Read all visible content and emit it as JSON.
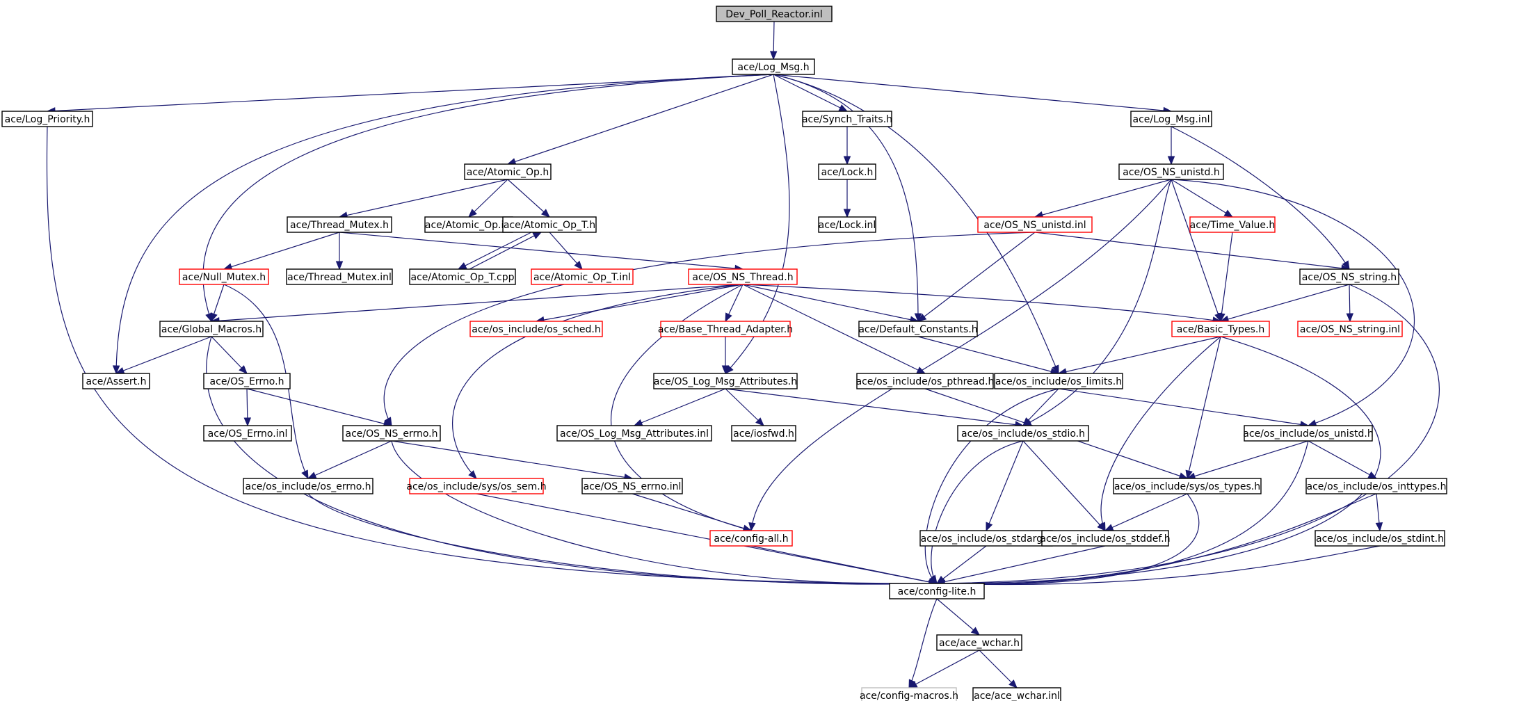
{
  "diagram": {
    "type": "include-dependency-graph",
    "colors": {
      "edge": "#191970",
      "root_fill": "#bfbfbf",
      "node_border": "#000000",
      "truncated_border": "#ff0000",
      "external_border": "#bfbfbf"
    },
    "legend_meaning": {
      "red_border": "truncated node (has more includes not shown)",
      "grey_border": "not documented / external file"
    },
    "nodes": [
      {
        "id": "dpr",
        "label": "Dev_Poll_Reactor.inl",
        "kind": "root"
      },
      {
        "id": "logmsg_h",
        "label": "ace/Log_Msg.h",
        "kind": "normal"
      },
      {
        "id": "logprio",
        "label": "ace/Log_Priority.h",
        "kind": "normal"
      },
      {
        "id": "synchtraits",
        "label": "ace/Synch_Traits.h",
        "kind": "normal"
      },
      {
        "id": "logmsg_inl",
        "label": "ace/Log_Msg.inl",
        "kind": "normal"
      },
      {
        "id": "atomicop_h",
        "label": "ace/Atomic_Op.h",
        "kind": "normal"
      },
      {
        "id": "lock_h",
        "label": "ace/Lock.h",
        "kind": "normal"
      },
      {
        "id": "osunistd_h",
        "label": "ace/OS_NS_unistd.h",
        "kind": "normal"
      },
      {
        "id": "threadmutex_h",
        "label": "ace/Thread_Mutex.h",
        "kind": "normal"
      },
      {
        "id": "atomicop_inl",
        "label": "ace/Atomic_Op.inl",
        "kind": "normal"
      },
      {
        "id": "atomicopt_h",
        "label": "ace/Atomic_Op_T.h",
        "kind": "normal"
      },
      {
        "id": "lock_inl",
        "label": "ace/Lock.inl",
        "kind": "normal"
      },
      {
        "id": "osunistd_inl",
        "label": "ace/OS_NS_unistd.inl",
        "kind": "truncated"
      },
      {
        "id": "timevalue",
        "label": "ace/Time_Value.h",
        "kind": "truncated"
      },
      {
        "id": "nullmutex",
        "label": "ace/Null_Mutex.h",
        "kind": "truncated"
      },
      {
        "id": "threadmutex_inl",
        "label": "ace/Thread_Mutex.inl",
        "kind": "normal"
      },
      {
        "id": "atomicopt_cpp",
        "label": "ace/Atomic_Op_T.cpp",
        "kind": "normal"
      },
      {
        "id": "atomicopt_inl",
        "label": "ace/Atomic_Op_T.inl",
        "kind": "truncated"
      },
      {
        "id": "osthread",
        "label": "ace/OS_NS_Thread.h",
        "kind": "truncated"
      },
      {
        "id": "osstring_h",
        "label": "ace/OS_NS_string.h",
        "kind": "normal"
      },
      {
        "id": "globalmacros",
        "label": "ace/Global_Macros.h",
        "kind": "normal"
      },
      {
        "id": "ossched",
        "label": "ace/os_include/os_sched.h",
        "kind": "truncated"
      },
      {
        "id": "basethread",
        "label": "ace/Base_Thread_Adapter.h",
        "kind": "truncated"
      },
      {
        "id": "defconst",
        "label": "ace/Default_Constants.h",
        "kind": "normal"
      },
      {
        "id": "basictypes",
        "label": "ace/Basic_Types.h",
        "kind": "truncated"
      },
      {
        "id": "osstring_inl",
        "label": "ace/OS_NS_string.inl",
        "kind": "truncated"
      },
      {
        "id": "assert",
        "label": "ace/Assert.h",
        "kind": "normal"
      },
      {
        "id": "oserrno_h",
        "label": "ace/OS_Errno.h",
        "kind": "normal"
      },
      {
        "id": "oslogmsgattr_h",
        "label": "ace/OS_Log_Msg_Attributes.h",
        "kind": "normal"
      },
      {
        "id": "ospthread",
        "label": "ace/os_include/os_pthread.h",
        "kind": "normal"
      },
      {
        "id": "oslimits",
        "label": "ace/os_include/os_limits.h",
        "kind": "normal"
      },
      {
        "id": "oserrno_inl",
        "label": "ace/OS_Errno.inl",
        "kind": "normal"
      },
      {
        "id": "osnserrno_h",
        "label": "ace/OS_NS_errno.h",
        "kind": "normal"
      },
      {
        "id": "oslogmsgattr_inl",
        "label": "ace/OS_Log_Msg_Attributes.inl",
        "kind": "normal"
      },
      {
        "id": "iosfwd",
        "label": "ace/iosfwd.h",
        "kind": "normal"
      },
      {
        "id": "osstdio",
        "label": "ace/os_include/os_stdio.h",
        "kind": "normal"
      },
      {
        "id": "osunistd_os",
        "label": "ace/os_include/os_unistd.h",
        "kind": "normal"
      },
      {
        "id": "oserrno_os",
        "label": "ace/os_include/os_errno.h",
        "kind": "normal"
      },
      {
        "id": "ossem",
        "label": "ace/os_include/sys/os_sem.h",
        "kind": "truncated"
      },
      {
        "id": "osnserrno_inl",
        "label": "ace/OS_NS_errno.inl",
        "kind": "normal"
      },
      {
        "id": "ostypes",
        "label": "ace/os_include/sys/os_types.h",
        "kind": "normal"
      },
      {
        "id": "osinttypes",
        "label": "ace/os_include/os_inttypes.h",
        "kind": "normal"
      },
      {
        "id": "configall",
        "label": "ace/config-all.h",
        "kind": "truncated"
      },
      {
        "id": "osstdarg",
        "label": "ace/os_include/os_stdarg.h",
        "kind": "normal"
      },
      {
        "id": "osstddef",
        "label": "ace/os_include/os_stddef.h",
        "kind": "normal"
      },
      {
        "id": "osstdint",
        "label": "ace/os_include/os_stdint.h",
        "kind": "normal"
      },
      {
        "id": "configlite",
        "label": "ace/config-lite.h",
        "kind": "normal"
      },
      {
        "id": "acewchar_h",
        "label": "ace/ace_wchar.h",
        "kind": "normal"
      },
      {
        "id": "configmacros",
        "label": "ace/config-macros.h",
        "kind": "external"
      },
      {
        "id": "acewchar_inl",
        "label": "ace/ace_wchar.inl",
        "kind": "normal"
      }
    ],
    "edges": [
      [
        "dpr",
        "logmsg_h"
      ],
      [
        "logmsg_h",
        "logprio"
      ],
      [
        "logmsg_h",
        "synchtraits"
      ],
      [
        "logmsg_h",
        "logmsg_inl"
      ],
      [
        "logmsg_h",
        "atomicop_h"
      ],
      [
        "logmsg_h",
        "assert"
      ],
      [
        "logmsg_h",
        "globalmacros"
      ],
      [
        "logmsg_h",
        "oslogmsgattr_h"
      ],
      [
        "logmsg_h",
        "defconst"
      ],
      [
        "logmsg_h",
        "oslimits"
      ],
      [
        "logprio",
        "configlite"
      ],
      [
        "synchtraits",
        "lock_h"
      ],
      [
        "lock_h",
        "lock_inl"
      ],
      [
        "logmsg_inl",
        "osunistd_h"
      ],
      [
        "logmsg_inl",
        "osstring_h"
      ],
      [
        "atomicop_h",
        "threadmutex_h"
      ],
      [
        "atomicop_h",
        "atomicop_inl"
      ],
      [
        "atomicop_h",
        "atomicopt_h"
      ],
      [
        "threadmutex_h",
        "nullmutex"
      ],
      [
        "threadmutex_h",
        "threadmutex_inl"
      ],
      [
        "threadmutex_h",
        "osthread"
      ],
      [
        "atomicopt_h",
        "atomicopt_cpp"
      ],
      [
        "atomicopt_cpp",
        "atomicopt_h"
      ],
      [
        "atomicopt_h",
        "atomicopt_inl"
      ],
      [
        "nullmutex",
        "globalmacros"
      ],
      [
        "nullmutex",
        "oserrno_os"
      ],
      [
        "osunistd_h",
        "osunistd_inl"
      ],
      [
        "osunistd_h",
        "timevalue"
      ],
      [
        "osunistd_h",
        "basictypes"
      ],
      [
        "osunistd_h",
        "osunistd_os"
      ],
      [
        "osunistd_h",
        "osstdio"
      ],
      [
        "osunistd_h",
        "configall"
      ],
      [
        "osunistd_inl",
        "osstring_h"
      ],
      [
        "osunistd_inl",
        "defconst"
      ],
      [
        "osunistd_inl",
        "osnserrno_h"
      ],
      [
        "timevalue",
        "basictypes"
      ],
      [
        "osstring_h",
        "basictypes"
      ],
      [
        "osstring_h",
        "osstring_inl"
      ],
      [
        "osstring_h",
        "configlite"
      ],
      [
        "osthread",
        "globalmacros"
      ],
      [
        "osthread",
        "ossched"
      ],
      [
        "osthread",
        "basethread"
      ],
      [
        "osthread",
        "defconst"
      ],
      [
        "osthread",
        "basictypes"
      ],
      [
        "osthread",
        "ospthread"
      ],
      [
        "osthread",
        "ossem"
      ],
      [
        "osthread",
        "configall"
      ],
      [
        "basethread",
        "oslogmsgattr_h"
      ],
      [
        "globalmacros",
        "assert"
      ],
      [
        "globalmacros",
        "oserrno_h"
      ],
      [
        "globalmacros",
        "configlite"
      ],
      [
        "defconst",
        "oslimits"
      ],
      [
        "basictypes",
        "oslimits"
      ],
      [
        "basictypes",
        "ostypes"
      ],
      [
        "basictypes",
        "osstddef"
      ],
      [
        "basictypes",
        "configlite"
      ],
      [
        "oserrno_h",
        "oserrno_inl"
      ],
      [
        "oserrno_h",
        "osnserrno_h"
      ],
      [
        "oslogmsgattr_h",
        "oslogmsgattr_inl"
      ],
      [
        "oslogmsgattr_h",
        "iosfwd"
      ],
      [
        "oslogmsgattr_h",
        "osstdio"
      ],
      [
        "ospthread",
        "ostypes"
      ],
      [
        "oslimits",
        "osstdio"
      ],
      [
        "oslimits",
        "osunistd_os"
      ],
      [
        "oslimits",
        "configlite"
      ],
      [
        "osnserrno_h",
        "oserrno_os"
      ],
      [
        "osnserrno_h",
        "osnserrno_inl"
      ],
      [
        "osnserrno_h",
        "configlite"
      ],
      [
        "osstdio",
        "osstdarg"
      ],
      [
        "osstdio",
        "osstddef"
      ],
      [
        "osstdio",
        "configlite"
      ],
      [
        "osunistd_os",
        "ostypes"
      ],
      [
        "osunistd_os",
        "osinttypes"
      ],
      [
        "osunistd_os",
        "configlite"
      ],
      [
        "oserrno_os",
        "configlite"
      ],
      [
        "ossem",
        "configlite"
      ],
      [
        "osnserrno_inl",
        "configall"
      ],
      [
        "ostypes",
        "osstddef"
      ],
      [
        "ostypes",
        "configlite"
      ],
      [
        "osinttypes",
        "osstdint"
      ],
      [
        "osinttypes",
        "configlite"
      ],
      [
        "configall",
        "configlite"
      ],
      [
        "osstdarg",
        "configlite"
      ],
      [
        "osstddef",
        "configlite"
      ],
      [
        "osstdint",
        "configlite"
      ],
      [
        "configlite",
        "acewchar_h"
      ],
      [
        "configlite",
        "configmacros"
      ],
      [
        "acewchar_h",
        "configmacros"
      ],
      [
        "acewchar_h",
        "acewchar_inl"
      ]
    ]
  }
}
